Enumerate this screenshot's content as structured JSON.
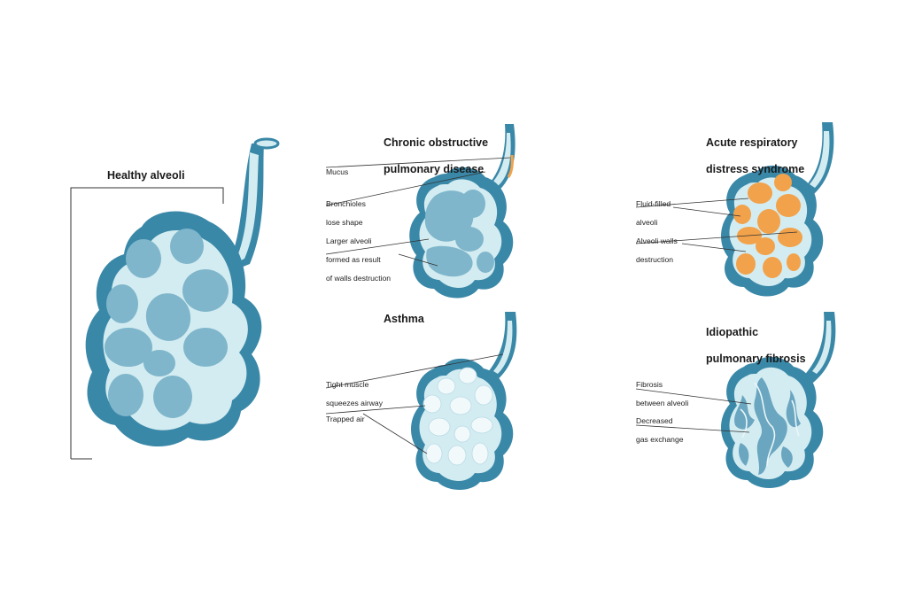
{
  "panels": {
    "healthy": {
      "title": "Healthy alveoli"
    },
    "copd": {
      "title_line1": "Chronic obstructive",
      "title_line2": "pulmonary disease",
      "labels": {
        "mucus": "Mucus",
        "bronchioles_1": "Bronchioles",
        "bronchioles_2": "lose shape",
        "larger_1": "Larger alveoli",
        "larger_2": "formed as result",
        "larger_3": "of walls destruction"
      }
    },
    "ards": {
      "title_line1": "Acute respiratory",
      "title_line2": "distress syndrome",
      "labels": {
        "fluid_1": "Fluid-filled",
        "fluid_2": "alveoli",
        "walls_1": "Alveoli walls",
        "walls_2": "destruction"
      }
    },
    "asthma": {
      "title": "Asthma",
      "labels": {
        "tight_1": "Tight muscle",
        "tight_2": "squeezes airway",
        "trapped": "Trapped air"
      }
    },
    "ipf": {
      "title_line1": "Idiopathic",
      "title_line2": "pulmonary fibrosis",
      "labels": {
        "fibrosis_1": "Fibrosis",
        "fibrosis_2": "between alveoli",
        "gas_1": "Decreased",
        "gas_2": "gas exchange"
      }
    }
  },
  "colors": {
    "outer": "#3a88a8",
    "outer_dark": "#2c7393",
    "inner_pale": "#d3ecf1",
    "alveolus": "#7fb6cb",
    "asthma_alv": "#f2f9fb",
    "fluid": "#f2a24a",
    "fibrosis": "#5f9fbb"
  }
}
